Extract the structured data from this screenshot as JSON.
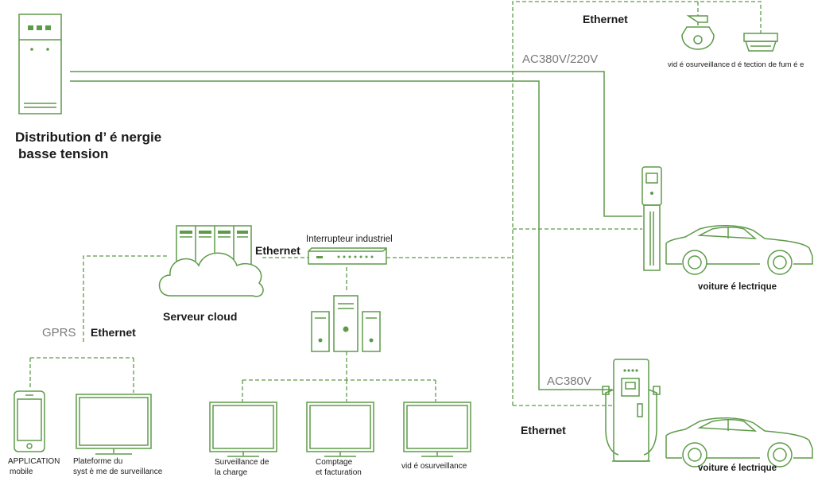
{
  "colors": {
    "accent": "#5d9b48",
    "text": "#1a1a1a",
    "muted": "#7a7a7a"
  },
  "labels": {
    "distribution_line1": "Distribution d’ é nergie",
    "distribution_line2": "basse tension",
    "ethernet_top": "Ethernet",
    "ac_top": "AC380V/220V",
    "videosurv_top": "vid é osurveillance",
    "smoke_detection": "d é tection de fum é e",
    "ethernet_server": "Ethernet",
    "switch": "Interrupteur industriel",
    "server_cloud": "Serveur cloud",
    "gprs": "GPRS",
    "ethernet_left": "Ethernet",
    "voiture1": "voiture  é lectrique",
    "ac_bottom": "AC380V",
    "ethernet_bottom": "Ethernet",
    "voiture2": "voiture  é lectrique",
    "app_line1": "APPLICATION",
    "app_line2": "mobile",
    "platform_line1": "Plateforme du",
    "platform_line2": "syst è me de surveillance",
    "charge_line1": "Surveillance de",
    "charge_line2": "la charge",
    "billing_line1": "Comptage",
    "billing_line2": "et facturation",
    "videosurv_bottom": "vid é osurveillance"
  },
  "icons": [
    "distribution-cabinet-icon",
    "dome-camera-icon",
    "smoke-detector-icon",
    "server-rack-icon",
    "cloud-icon",
    "network-switch-icon",
    "computer-tower-icon",
    "smartphone-icon",
    "monitor-icon",
    "wallbox-charger-icon",
    "dc-fast-charger-icon",
    "car-icon"
  ]
}
